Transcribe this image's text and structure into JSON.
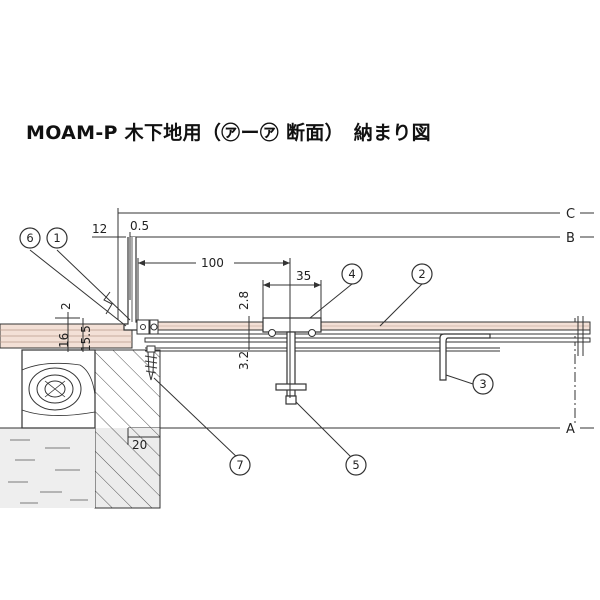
{
  "title": "MOAM-P 木下地用（㋐ー㋐ 断面）　納まり図",
  "dimensions": {
    "d12": "12",
    "d05": "0.5",
    "d100": "100",
    "d35": "35",
    "d28": "2.8",
    "d2": "2",
    "d16": "16",
    "d155": "15.5",
    "d32": "3.2",
    "d20": "20"
  },
  "levels": {
    "C": "C",
    "B": "B",
    "A": "A"
  },
  "callouts": {
    "c1": "1",
    "c2": "2",
    "c3": "3",
    "c4": "4",
    "c5": "5",
    "c6": "6",
    "c7": "7"
  },
  "colors": {
    "line": "#333333",
    "floor": "#f3e0d6",
    "floor_line": "#b89a8a",
    "wood": "#ffffff",
    "subfloor": "#eeeeee"
  }
}
